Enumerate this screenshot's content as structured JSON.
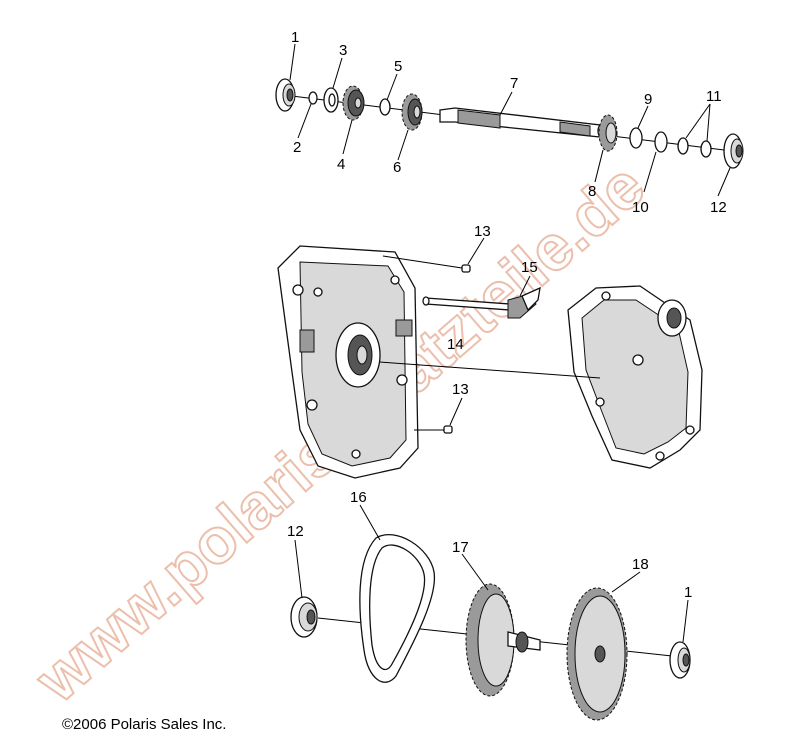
{
  "diagram": {
    "callouts": {
      "c1_top": "1",
      "c2": "2",
      "c3": "3",
      "c4": "4",
      "c5": "5",
      "c6": "6",
      "c7": "7",
      "c8": "8",
      "c9": "9",
      "c10": "10",
      "c11": "11",
      "c12_top": "12",
      "c13_top": "13",
      "c13_bottom": "13",
      "c14": "14",
      "c15": "15",
      "c12_bottom": "12",
      "c16": "16",
      "c17": "17",
      "c18": "18",
      "c1_bottom": "1"
    },
    "watermark": "www.polarisersatzteile.de",
    "copyright": "©2006 Polaris Sales Inc."
  }
}
